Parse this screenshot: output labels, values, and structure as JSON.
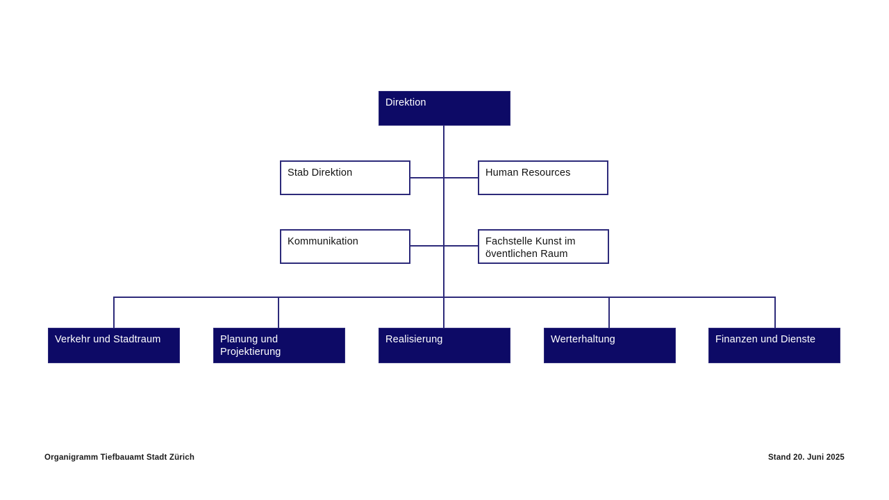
{
  "document": {
    "kind": "organigramm",
    "footer_left": "Organigramm Tiefbauamt Stadt Zürich",
    "footer_right": "Stand 20. Juni 2025"
  },
  "theme": {
    "fill_navy": "#0d0a66",
    "border_indigo": "#2d2a7a",
    "text_on_navy": "#ffffff",
    "text_on_white": "#111111",
    "background": "#ffffff"
  },
  "chart_data": {
    "type": "diagram",
    "title": "Organigramm Tiefbauamt Stadt Zürich",
    "root": {
      "label": "Direktion"
    },
    "staff": [
      {
        "label": "Stab Direktion",
        "side": "left",
        "row": 1
      },
      {
        "label": "Human Resources",
        "side": "right",
        "row": 1
      },
      {
        "label": "Kommunikation",
        "side": "left",
        "row": 2
      },
      {
        "label": "Fachstelle Kunst im\növentlichen Raum",
        "side": "right",
        "row": 2
      }
    ],
    "departments": [
      {
        "label": "Verkehr und Stadtraum"
      },
      {
        "label": "Planung und\nProjektierung"
      },
      {
        "label": "Realisierung"
      },
      {
        "label": "Werterhaltung"
      },
      {
        "label": "Finanzen und Dienste"
      }
    ]
  },
  "nodes": {
    "direktion": {
      "label": "Direktion"
    },
    "stab_direktion": {
      "label": "Stab Direktion"
    },
    "human_resources": {
      "label": "Human Resources"
    },
    "kommunikation": {
      "label": "Kommunikation"
    },
    "fachstelle_kunst": {
      "label": "Fachstelle Kunst im\növentlichen Raum"
    },
    "verkehr_stadtraum": {
      "label": "Verkehr und Stadtraum"
    },
    "planung_projektierung": {
      "label": "Planung und\nProjektierung"
    },
    "realisierung": {
      "label": "Realisierung"
    },
    "werterhaltung": {
      "label": "Werterhaltung"
    },
    "finanzen_dienste": {
      "label": "Finanzen und Dienste"
    }
  }
}
